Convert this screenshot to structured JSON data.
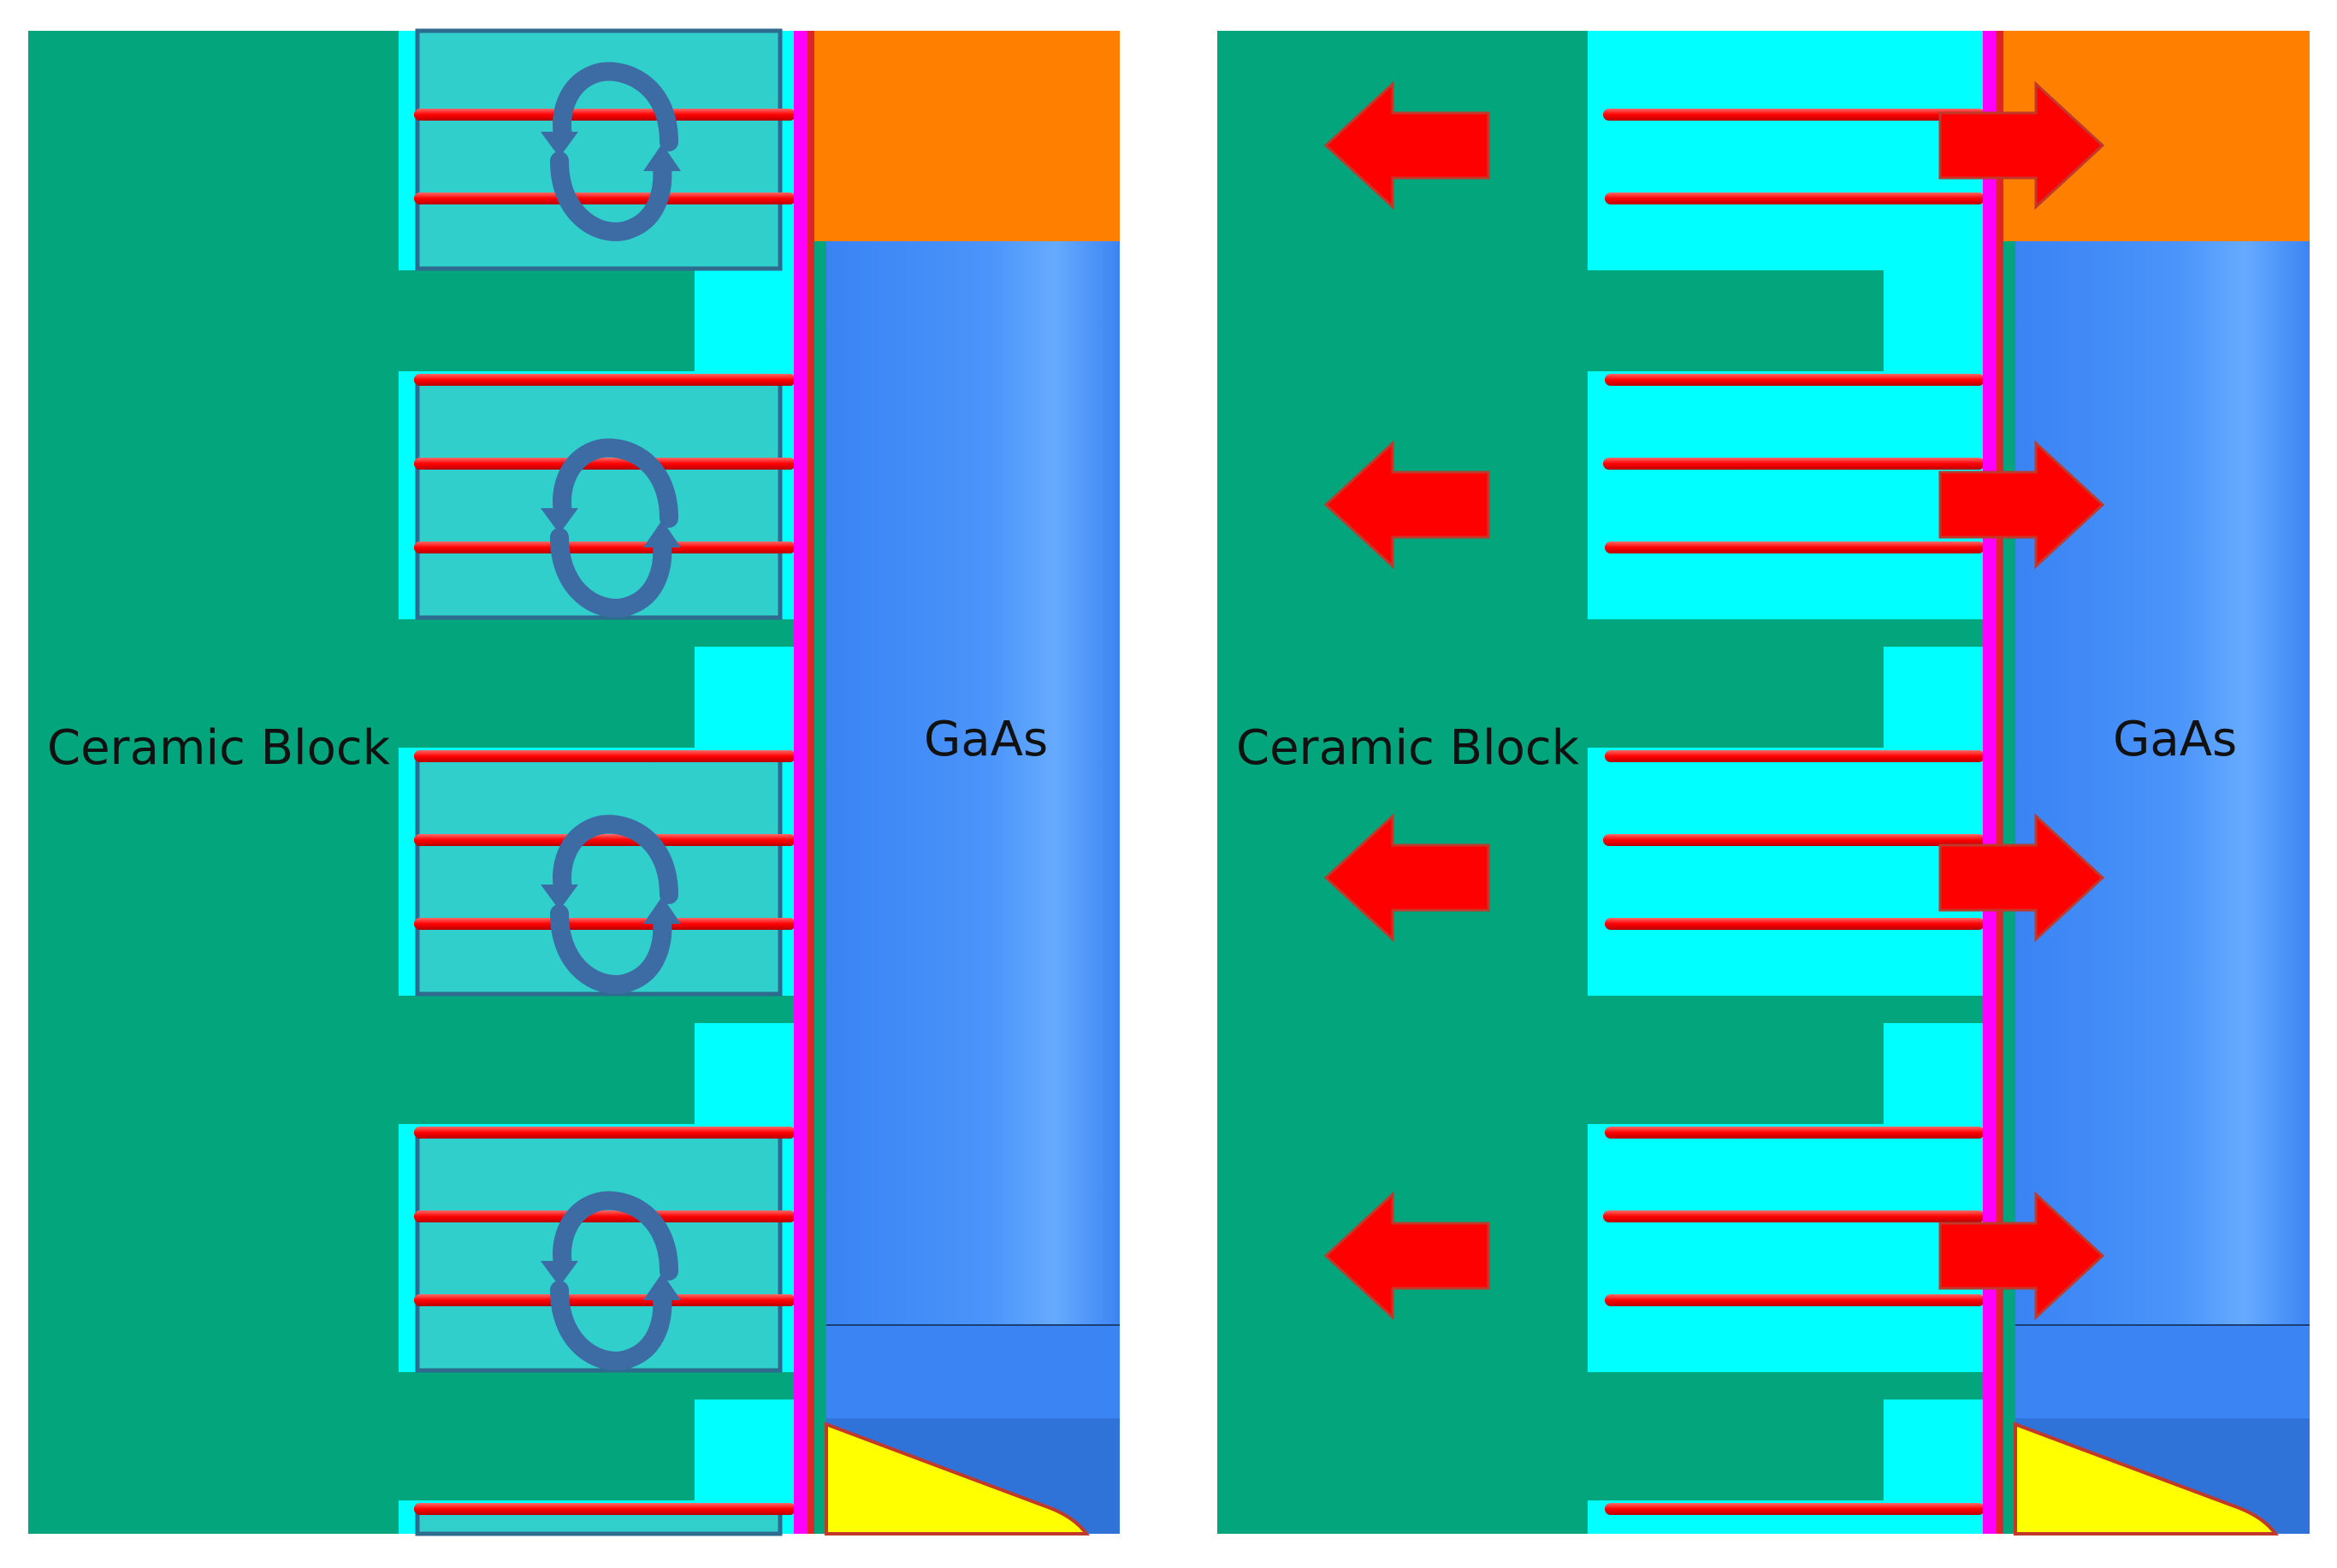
{
  "panels": [
    {
      "id": "left",
      "material_left": "Ceramic Block",
      "material_right": "GaAs",
      "annotation": "circulation-arrows"
    },
    {
      "id": "right",
      "material_left": "Ceramic Block",
      "material_right": "GaAs",
      "annotation": "double-headed-arrows"
    }
  ],
  "colors": {
    "ceramic": "#02A57C",
    "channel": "#00FFFF",
    "channel_overlay": "#38C7C3",
    "rib": "#FF0000",
    "membrane": "#FF00FF",
    "membrane_edge": "#D8232A",
    "orange_block": "#FF7F00",
    "gaas": "#3E88F7",
    "gaas_highlight": "#62A8FF",
    "gaas_lower": "#2E73DA",
    "yellow": "#FFFF00",
    "circulation_arrow": "#3D6CA5",
    "flow_arrow": "#FF0000",
    "flow_arrow_outline": "#C0392B"
  }
}
